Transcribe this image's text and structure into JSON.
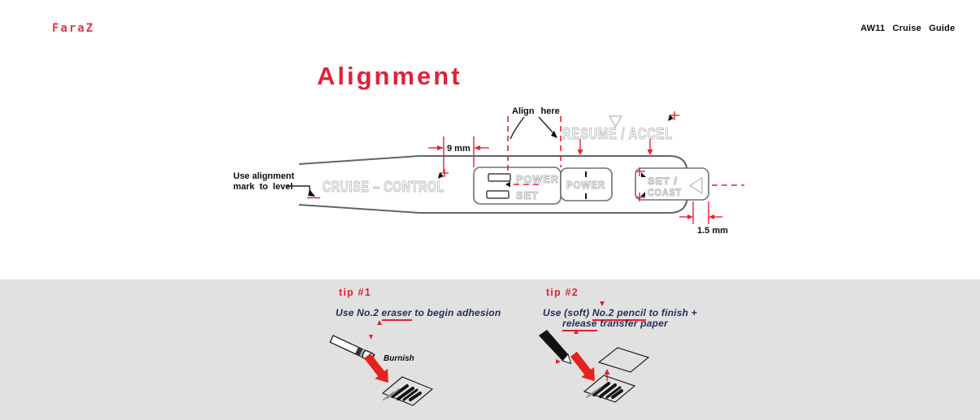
{
  "header": {
    "logo": "FaraZ",
    "doc_title": "AW11 Cruise Guide"
  },
  "title": "Alignment",
  "diagram": {
    "labels": {
      "align_here": "Align here",
      "use_alignment_line1": "Use alignment",
      "use_alignment_line2": "mark to level",
      "dim_9mm": "9 mm",
      "dim_1_5mm": "1.5 mm"
    },
    "stalk_text": {
      "cruise_control": "CRUISE – CONTROL",
      "resume_accel": "RESUME / ACCEL",
      "power_left": "POWER",
      "set_left": "SET",
      "power_center": "POWER",
      "set_coast_line1": "SET /",
      "set_coast_line2": "COAST"
    },
    "colors": {
      "accent_red": "#e02236",
      "diagram_red": "#e8212f",
      "navy_text": "#22305a",
      "outline_gray": "#b6b9bb",
      "stalk_gray": "#60656a",
      "band_bg": "#e1e1e1"
    }
  },
  "tips": {
    "tip1": {
      "title": "tip #1",
      "text_pre": "Use No.2 ",
      "text_underlined": "eraser",
      "text_post": " to begin adhesion",
      "burnish": "Burnish"
    },
    "tip2": {
      "title": "tip #2",
      "line1_pre": "Use (soft) ",
      "line1_underlined": "No.2 pencil",
      "line1_post": " to finish +",
      "line2_underlined": "release",
      "line2_post": " transfer paper"
    }
  }
}
